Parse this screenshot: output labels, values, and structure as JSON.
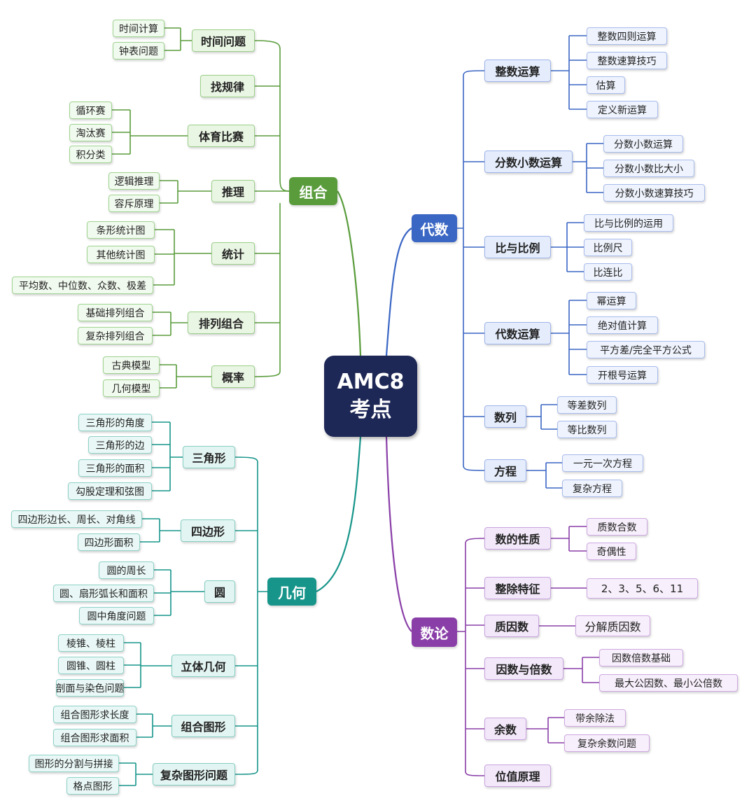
{
  "center": {
    "line1": "AMC8",
    "line2": "考点"
  },
  "colors": {
    "algebra": "#3a66c4",
    "combo": "#5a9c3c",
    "geometry": "#17958a",
    "number": "#8a3fa8",
    "center_bg": "#1e2856"
  },
  "nodes": {
    "combo": "组合",
    "algebra": "代数",
    "geometry": "几何",
    "number": "数论",
    "time": "时间问题",
    "time_a": "时间计算",
    "time_b": "钟表问题",
    "pattern": "找规律",
    "sports": "体育比赛",
    "sports_a": "循环赛",
    "sports_b": "淘汰赛",
    "sports_c": "积分类",
    "reason": "推理",
    "reason_a": "逻辑推理",
    "reason_b": "容斥原理",
    "stat": "统计",
    "stat_a": "条形统计图",
    "stat_b": "其他统计图",
    "stat_c": "平均数、中位数、众数、极差",
    "perm": "排列组合",
    "perm_a": "基础排列组合",
    "perm_b": "复杂排列组合",
    "prob": "概率",
    "prob_a": "古典模型",
    "prob_b": "几何模型",
    "tri": "三角形",
    "tri_a": "三角形的角度",
    "tri_b": "三角形的边",
    "tri_c": "三角形的面积",
    "tri_d": "勾股定理和弦图",
    "quad": "四边形",
    "quad_a": "四边形边长、周长、对角线",
    "quad_b": "四边形面积",
    "circ": "圆",
    "circ_a": "圆的周长",
    "circ_b": "圆、扇形弧长和面积",
    "circ_c": "圆中角度问题",
    "solid": "立体几何",
    "solid_a": "棱锥、棱柱",
    "solid_b": "圆锥、圆柱",
    "solid_c": "剖面与染色问题",
    "comp": "组合图形",
    "comp_a": "组合图形求长度",
    "comp_b": "组合图形求面积",
    "cplx": "复杂图形问题",
    "cplx_a": "图形的分割与拼接",
    "cplx_b": "格点图形",
    "int": "整数运算",
    "int_a": "整数四则运算",
    "int_b": "整数速算技巧",
    "int_c": "估算",
    "int_d": "定义新运算",
    "frac": "分数小数运算",
    "frac_a": "分数小数运算",
    "frac_b": "分数小数比大小",
    "frac_c": "分数小数速算技巧",
    "ratio": "比与比例",
    "ratio_a": "比与比例的运用",
    "ratio_b": "比例尺",
    "ratio_c": "比连比",
    "alg": "代数运算",
    "alg_a": "幂运算",
    "alg_b": "绝对值计算",
    "alg_c": "平方差/完全平方公式",
    "alg_d": "开根号运算",
    "seq": "数列",
    "seq_a": "等差数列",
    "seq_b": "等比数列",
    "eq": "方程",
    "eq_a": "一元一次方程",
    "eq_b": "复杂方程",
    "prop": "数的性质",
    "prop_a": "质数合数",
    "prop_b": "奇偶性",
    "div": "整除特征",
    "div_a": "2、3、5、6、11",
    "pf": "质因数",
    "pf_a": "分解质因数",
    "fm": "因数与倍数",
    "fm_a": "因数倍数基础",
    "fm_b": "最大公因数、最小公倍数",
    "rem": "余数",
    "rem_a": "带余除法",
    "rem_b": "复杂余数问题",
    "place": "位值原理"
  }
}
